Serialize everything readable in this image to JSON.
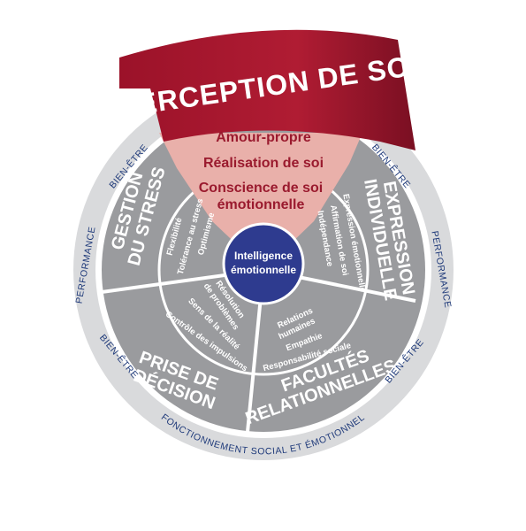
{
  "center": {
    "line1": "Intelligence",
    "line2": "émotionnelle"
  },
  "banner": {
    "title": "PERCEPTION DE SOI",
    "items": [
      "Amour-propre",
      "Réalisation de soi",
      "Conscience de soi",
      "émotionnelle"
    ]
  },
  "sectors": {
    "gestion": {
      "title1": "GESTION",
      "title2": "DU STRESS",
      "items": [
        "Flexibilité",
        "Tolérance au stress",
        "Optimisme"
      ]
    },
    "expression": {
      "title1": "EXPRESSION",
      "title2": "INDIVIDUELLE",
      "items": [
        "Expression émotionnelle",
        "Affirmation de soi",
        "Indépendance"
      ]
    },
    "decision": {
      "title1": "PRISE DE",
      "title2": "DÉCISION",
      "items": [
        "Résolution",
        "de problèmes",
        "Sens de la réalité",
        "Contrôle des impulsions"
      ]
    },
    "relations": {
      "title1": "FACULTÉS",
      "title2": "RELATIONNELLES",
      "items": [
        "Relations",
        "humaines",
        "Empathie",
        "Responsabilité sociale"
      ]
    }
  },
  "outer_ring": {
    "bien_etre": "BIEN-ÊTRE",
    "performance": "PERFORMANCE",
    "bottom": "FONCTIONNEMENT SOCIAL ET ÉMOTIONNEL"
  },
  "colors": {
    "banner": "#a3162f",
    "pink": "#e9b0aa",
    "center": "#2e3b8f",
    "gray": "#9a9b9e",
    "outer_ring": "#d9dadc"
  }
}
